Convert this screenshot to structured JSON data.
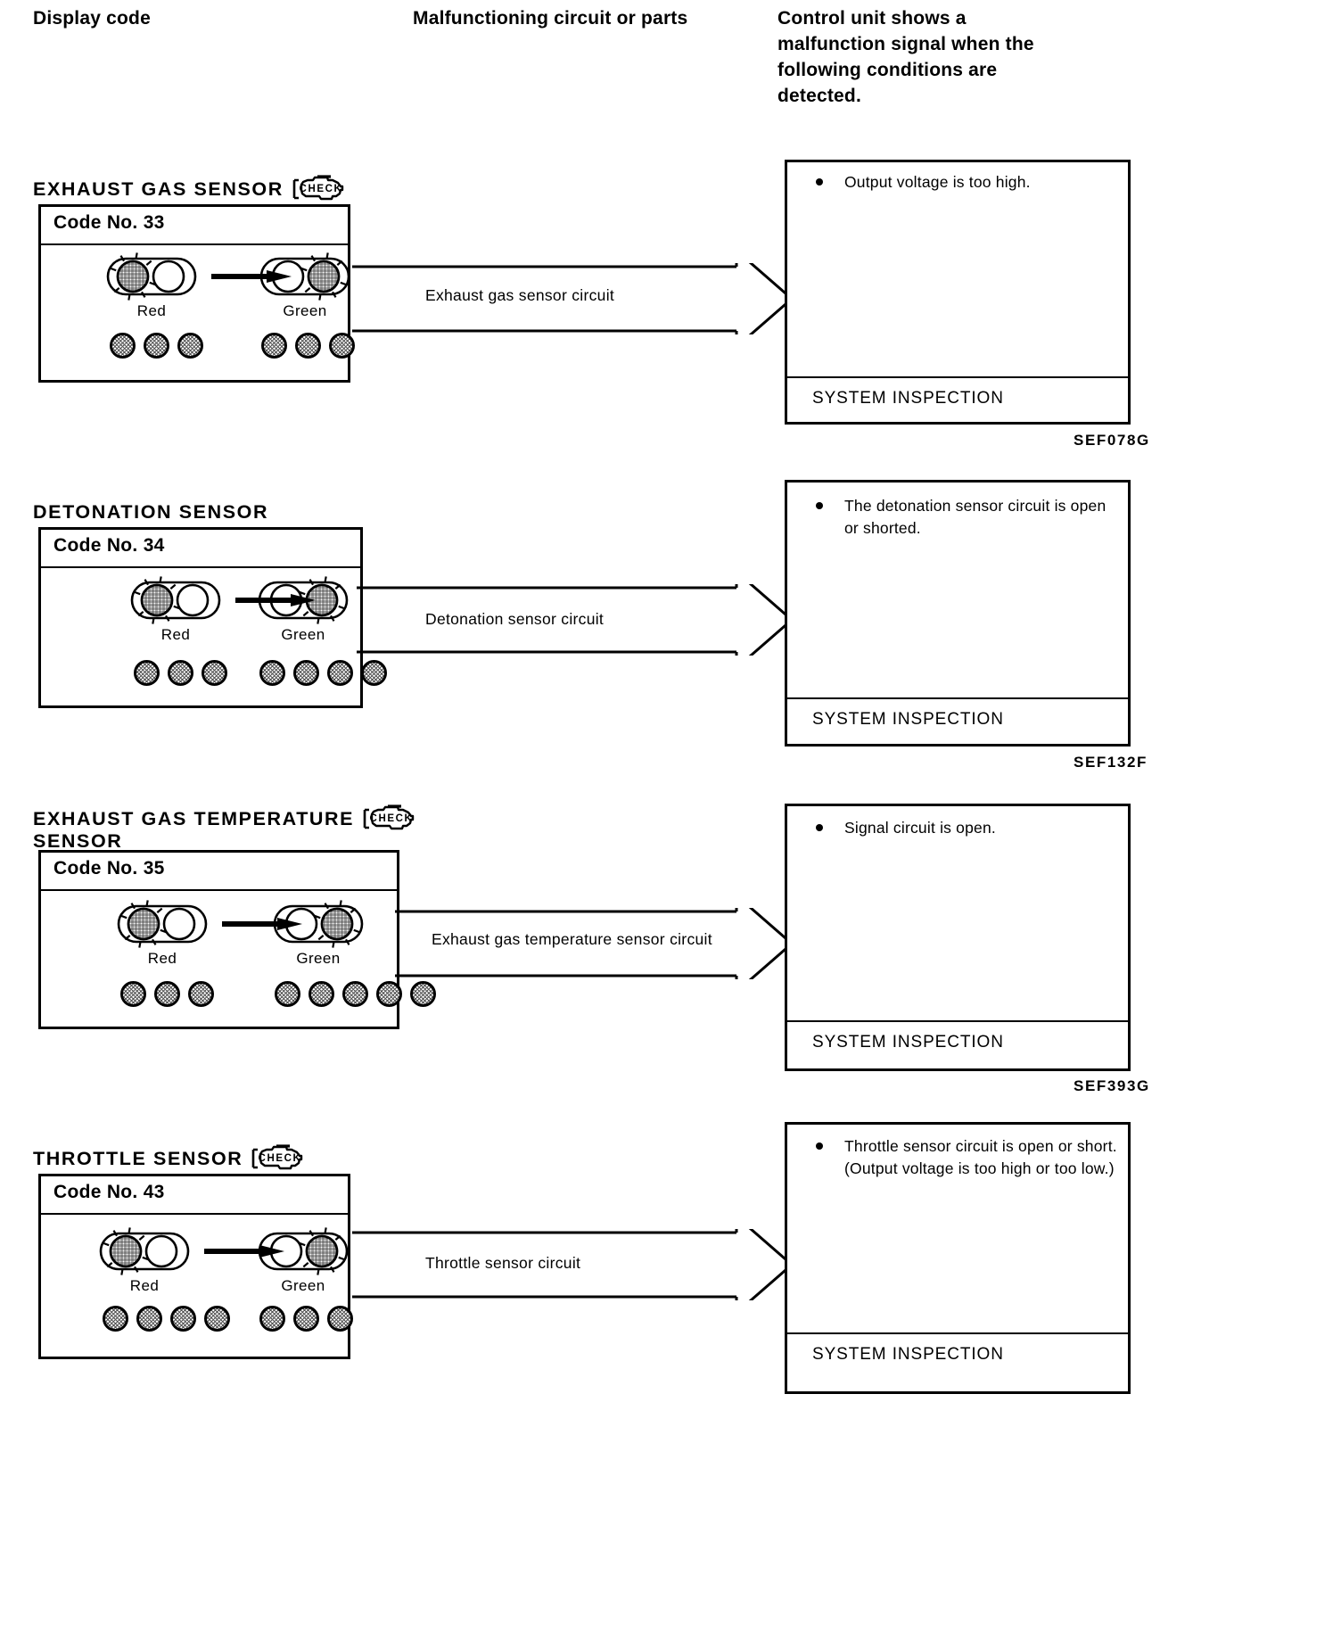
{
  "headers": {
    "display_code": "Display code",
    "malfunctioning": "Malfunctioning circuit or parts",
    "control_unit": "Control unit shows a malfunction signal when the following conditions are detected."
  },
  "labels": {
    "red": "Red",
    "green": "Green",
    "system_inspection": "SYSTEM INSPECTION",
    "check_lamp": "CHECK"
  },
  "blocks": [
    {
      "sensor_name": "EXHAUST GAS SENSOR",
      "has_check_lamp": true,
      "code_label": "Code No. 33",
      "red_dots": 3,
      "green_dots": 3,
      "arrow_label": "Exhaust gas sensor circuit",
      "conditions": [
        "Output voltage is too high."
      ],
      "footer": "SYSTEM INSPECTION",
      "figure_ref": "SEF078G"
    },
    {
      "sensor_name": "DETONATION SENSOR",
      "has_check_lamp": false,
      "code_label": "Code No. 34",
      "red_dots": 3,
      "green_dots": 4,
      "arrow_label": "Detonation sensor circuit",
      "conditions": [
        "The detonation sensor circuit is open or shorted."
      ],
      "footer": "SYSTEM INSPECTION",
      "figure_ref": "SEF132F"
    },
    {
      "sensor_name": "EXHAUST GAS TEMPERATURE SENSOR",
      "has_check_lamp": true,
      "code_label": "Code No. 35",
      "red_dots": 3,
      "green_dots": 5,
      "arrow_label": "Exhaust gas temperature sensor circuit",
      "conditions": [
        "Signal circuit is open."
      ],
      "footer": "SYSTEM INSPECTION",
      "figure_ref": "SEF393G"
    },
    {
      "sensor_name": "THROTTLE SENSOR",
      "has_check_lamp": true,
      "code_label": "Code No. 43",
      "red_dots": 4,
      "green_dots": 3,
      "arrow_label": "Throttle sensor circuit",
      "conditions": [
        "Throttle sensor circuit is open or short.",
        "(Output voltage is too high or too low.)"
      ],
      "footer": "SYSTEM INSPECTION",
      "figure_ref": ""
    }
  ],
  "colors": {
    "ink": "#000000",
    "paper": "#ffffff",
    "dot_fill": "#555555"
  }
}
